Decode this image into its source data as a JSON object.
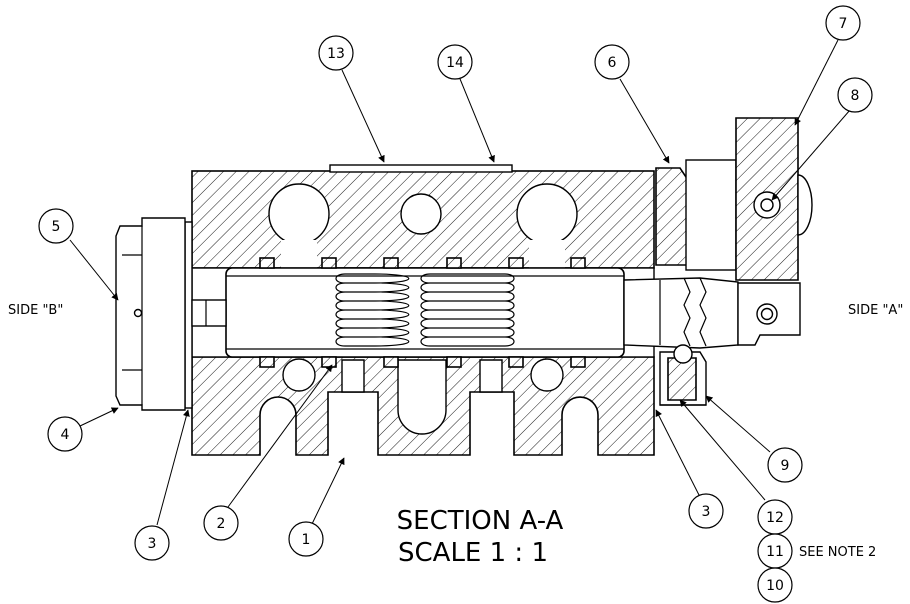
{
  "side_labels": {
    "left": "SIDE \"B\"",
    "right": "SIDE \"A\""
  },
  "title": {
    "line1": "SECTION A-A",
    "line2": "SCALE 1 : 1"
  },
  "note": "SEE NOTE 2",
  "callouts": [
    {
      "id": "c13",
      "label": "13"
    },
    {
      "id": "c14",
      "label": "14"
    },
    {
      "id": "c6",
      "label": "6"
    },
    {
      "id": "c7",
      "label": "7"
    },
    {
      "id": "c8",
      "label": "8"
    },
    {
      "id": "c5",
      "label": "5"
    },
    {
      "id": "c4",
      "label": "4"
    },
    {
      "id": "c3l",
      "label": "3"
    },
    {
      "id": "c2",
      "label": "2"
    },
    {
      "id": "c1",
      "label": "1"
    },
    {
      "id": "c3r",
      "label": "3"
    },
    {
      "id": "c12",
      "label": "12"
    },
    {
      "id": "c9",
      "label": "9"
    },
    {
      "id": "c11",
      "label": "11"
    },
    {
      "id": "c10",
      "label": "10"
    }
  ]
}
